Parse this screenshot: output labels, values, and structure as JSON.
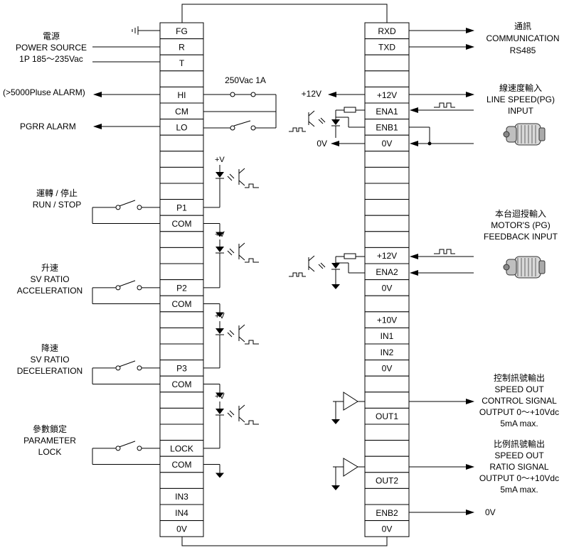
{
  "left_block": {
    "cells": [
      "FG",
      "R",
      "T",
      "",
      "HI",
      "CM",
      "LO",
      "",
      "",
      "",
      "",
      "P1",
      "COM",
      "",
      "",
      "",
      "P2",
      "COM",
      "",
      "",
      "",
      "P3",
      "COM",
      "",
      "",
      "",
      "LOCK",
      "COM",
      "",
      "IN3",
      "IN4",
      "0V"
    ]
  },
  "right_block": {
    "cells": [
      "RXD",
      "TXD",
      "",
      "",
      "+12V",
      "ENA1",
      "ENB1",
      "0V",
      "",
      "",
      "",
      "",
      "",
      "",
      "+12V",
      "ENA2",
      "0V",
      "",
      "+10V",
      "IN1",
      "IN2",
      "0V",
      "",
      "",
      "OUT1",
      "",
      "",
      "",
      "OUT2",
      "",
      "ENB2",
      "0V"
    ]
  },
  "labels": {
    "power_zh": "電源",
    "power_en": "POWER SOURCE",
    "power_spec": "1P 185～235Vac",
    "alarm_hi": "(>5000Pluse ALARM)",
    "alarm_lo": "PGRR ALARM",
    "relay_rating": "250Vac 1A",
    "run_zh": "運轉 / 停止",
    "run_en": "RUN / STOP",
    "acc_zh": "升速",
    "acc_en1": "SV RATIO",
    "acc_en2": "ACCELERATION",
    "dec_zh": "降速",
    "dec_en1": "SV RATIO",
    "dec_en2": "DECELERATION",
    "lock_zh": "參數鎖定",
    "lock_en1": "PARAMETER",
    "lock_en2": "LOCK",
    "plus_v": "+V",
    "plus12v": "+12V",
    "zero_v": "0V",
    "comm_zh": "通訊",
    "comm_en": "COMMUNICATION",
    "comm_bus": "RS485",
    "line_zh": "線速度輸入",
    "line_en1": "LINE SPEED(PG)",
    "line_en2": "INPUT",
    "motor_zh": "本台迴授輸入",
    "motor_en1": "MOTOR'S (PG)",
    "motor_en2": "FEEDBACK INPUT",
    "ctrl_zh": "控制訊號輸出",
    "ctrl_en1": "SPEED OUT",
    "ctrl_en2": "CONTROL SIGNAL",
    "ctrl_en3": "OUTPUT 0～+10Vdc",
    "ctrl_en4": "5mA max.",
    "ratio_zh": "比例訊號輸出",
    "ratio_en1": "SPEED OUT",
    "ratio_en2": "RATIO SIGNAL",
    "ratio_en3": "OUTPUT 0～+10Vdc",
    "ratio_en4": "5mA max."
  }
}
